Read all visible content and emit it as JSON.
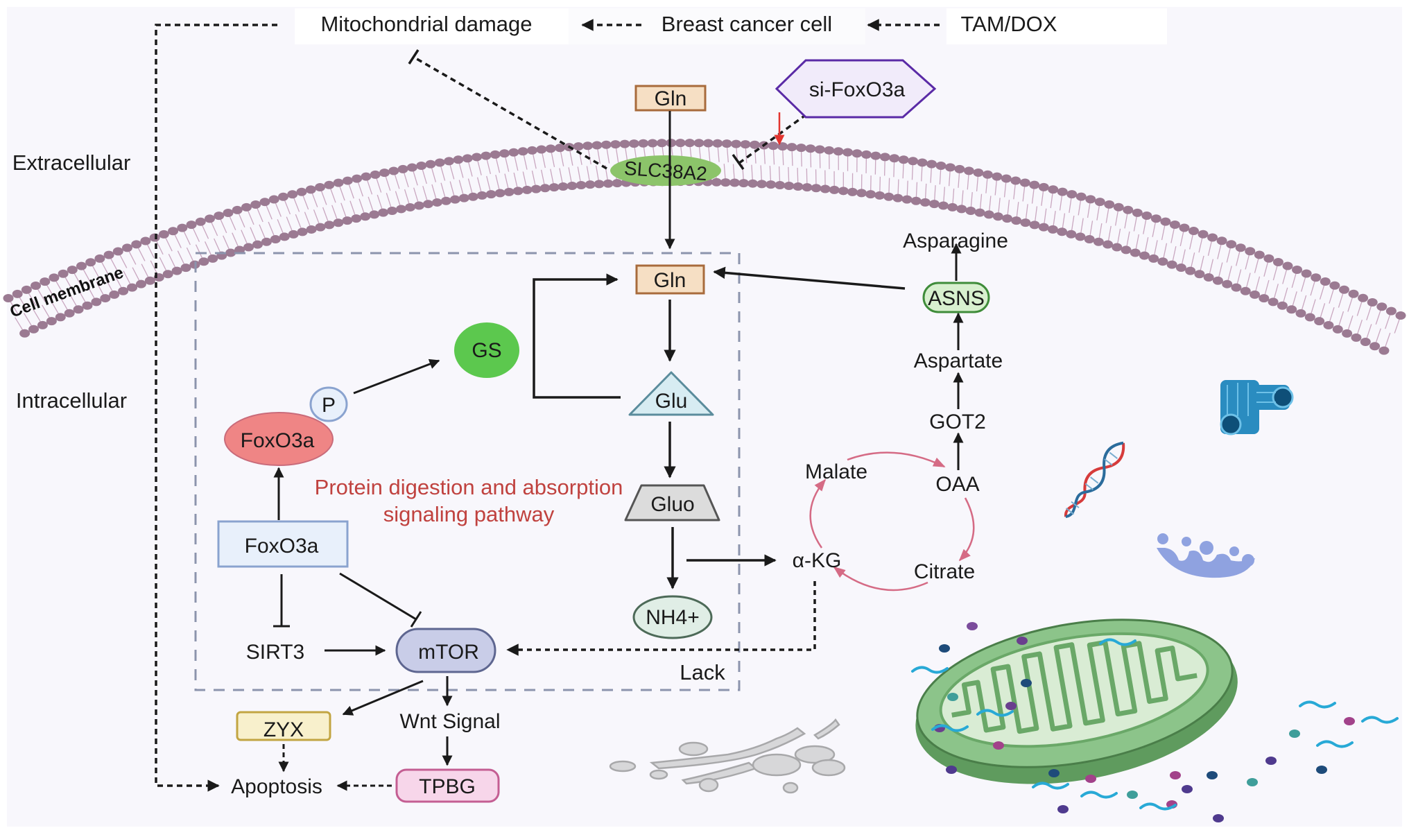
{
  "figure": {
    "background": "#f8f7fc",
    "top_banner": {
      "mitochondrial_damage": "Mitochondrial damage",
      "breast_cancer_cell": "Breast cancer cell",
      "tam_dox": "TAM/DOX"
    },
    "regions": {
      "extracellular": "Extracellular",
      "intracellular": "Intracellular",
      "cell_membrane": "Cell membrane"
    },
    "nodes": {
      "gln_outside": "Gln",
      "si_foxo3a": "si-FoxO3a",
      "slc38a2": "SLC38A2",
      "gln_inside": "Gln",
      "gs": "GS",
      "glu": "Glu",
      "gluo": "Gluo",
      "nh4": "NH4+",
      "p": "P",
      "foxo3a_phospho": "FoxO3a",
      "foxo3a_box": "FoxO3a",
      "sirt3": "SIRT3",
      "mtor": "mTOR",
      "zyx": "ZYX",
      "wnt_signal": "Wnt Signal",
      "tpbg": "TPBG",
      "apoptosis": "Apoptosis",
      "lack": "Lack",
      "alpha_kg": "α-KG",
      "malate": "Malate",
      "oaa": "OAA",
      "citrate": "Citrate",
      "got2": "GOT2",
      "aspartate": "Aspartate",
      "asns": "ASNS",
      "asparagine": "Asparagine"
    },
    "pathway_label": {
      "line1": "Protein digestion and absorption",
      "line2": "signaling pathway"
    },
    "colors": {
      "membrane_head": "#9b7a92",
      "membrane_tail": "#c9a7c0",
      "gln_fill": "#f6dfc4",
      "gln_stroke": "#a86b3c",
      "si_fill": "#f1ebfa",
      "si_stroke": "#5a2aa6",
      "slc_fill": "#8cc46a",
      "gs_fill": "#5cc84e",
      "glu_fill": "#d7ecf2",
      "glu_stroke": "#5b8c9c",
      "gluo_fill": "#dcdcdc",
      "nh4_fill": "#e0eee6",
      "foxo3a_red": "#ef8585",
      "foxo3a_box_fill": "#e8f0fb",
      "foxo3a_box_stroke": "#8aa3cf",
      "p_fill": "#e8f0fb",
      "mtor_fill": "#c9cde8",
      "zyx_fill": "#f8f0cc",
      "zyx_stroke": "#c2a542",
      "tpbg_fill": "#f7d6ea",
      "tpbg_stroke": "#c45e93",
      "asns_fill": "#d8f0cf",
      "asns_stroke": "#3f8c3a",
      "tca_arrow": "#d56b85",
      "red_arrow": "#e3342f",
      "pathway_text": "#c0423f",
      "dashed_box": "#8c94ad",
      "mito_outer": "#7fb77c",
      "mito_inner": "#d9ecd4"
    }
  }
}
